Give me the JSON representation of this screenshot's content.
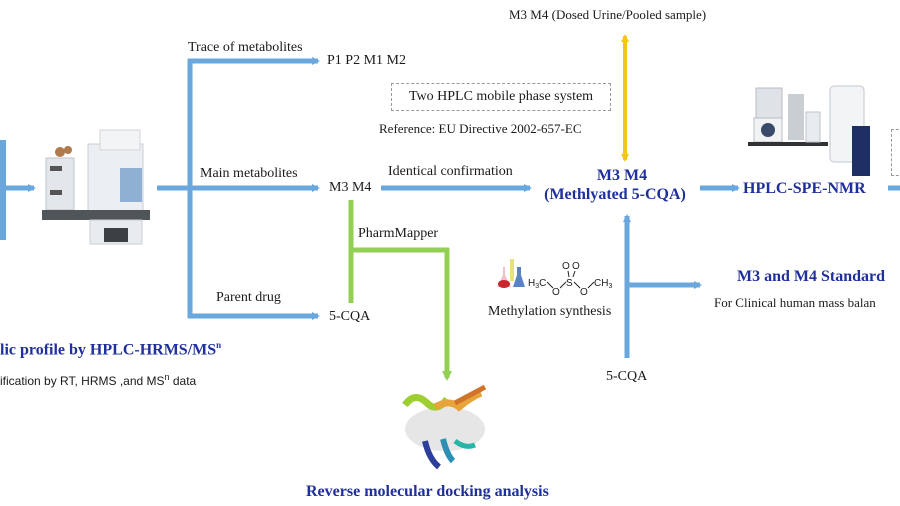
{
  "colors": {
    "flow_blue": "#6aa7dc",
    "flow_green": "#93cf55",
    "flow_yellow": "#f5c518",
    "title_blue": "#1f2f9c"
  },
  "left_panel": {
    "title_prefix": "lic profile by HPLC-HRMS/MS",
    "title_sup": "n",
    "subtitle_prefix": "ification by RT, HRMS ,and MS",
    "subtitle_sup": "n",
    "subtitle_suffix": " data",
    "instrument": "hplc-hrms-instrument-image"
  },
  "branches": {
    "trace": {
      "label": "Trace of metabolites",
      "target": "P1 P2  M1 M2"
    },
    "main": {
      "label": "Main metabolites",
      "target": "M3 M4"
    },
    "parent": {
      "label": "Parent drug",
      "target": "5-CQA"
    }
  },
  "identical_confirmation": "Identical confirmation",
  "dashed_box": "Two HPLC mobile phase system",
  "reference": "Reference: EU Directive 2002-657-EC",
  "urine_sample": "M3 M4 (Dosed Urine/Pooled sample)",
  "center_node": {
    "line1": "M3 M4",
    "line2": "(Methlyated 5-CQA)"
  },
  "pharmmapper": "PharmMapper",
  "docking": {
    "label": "Reverse molecular docking analysis",
    "image": "protein-structure-image"
  },
  "methylation": {
    "label": "Methylation synthesis",
    "formula": {
      "left": "H3C",
      "right": "CH3",
      "center": "S",
      "o": "O"
    },
    "source": "5-CQA"
  },
  "nmr": {
    "label": "HPLC-SPE-NMR",
    "image": "hplc-spe-nmr-instrument-image"
  },
  "standards": {
    "title": "M3 and M4 Standard",
    "subtitle": "For Clinical human mass balan"
  }
}
